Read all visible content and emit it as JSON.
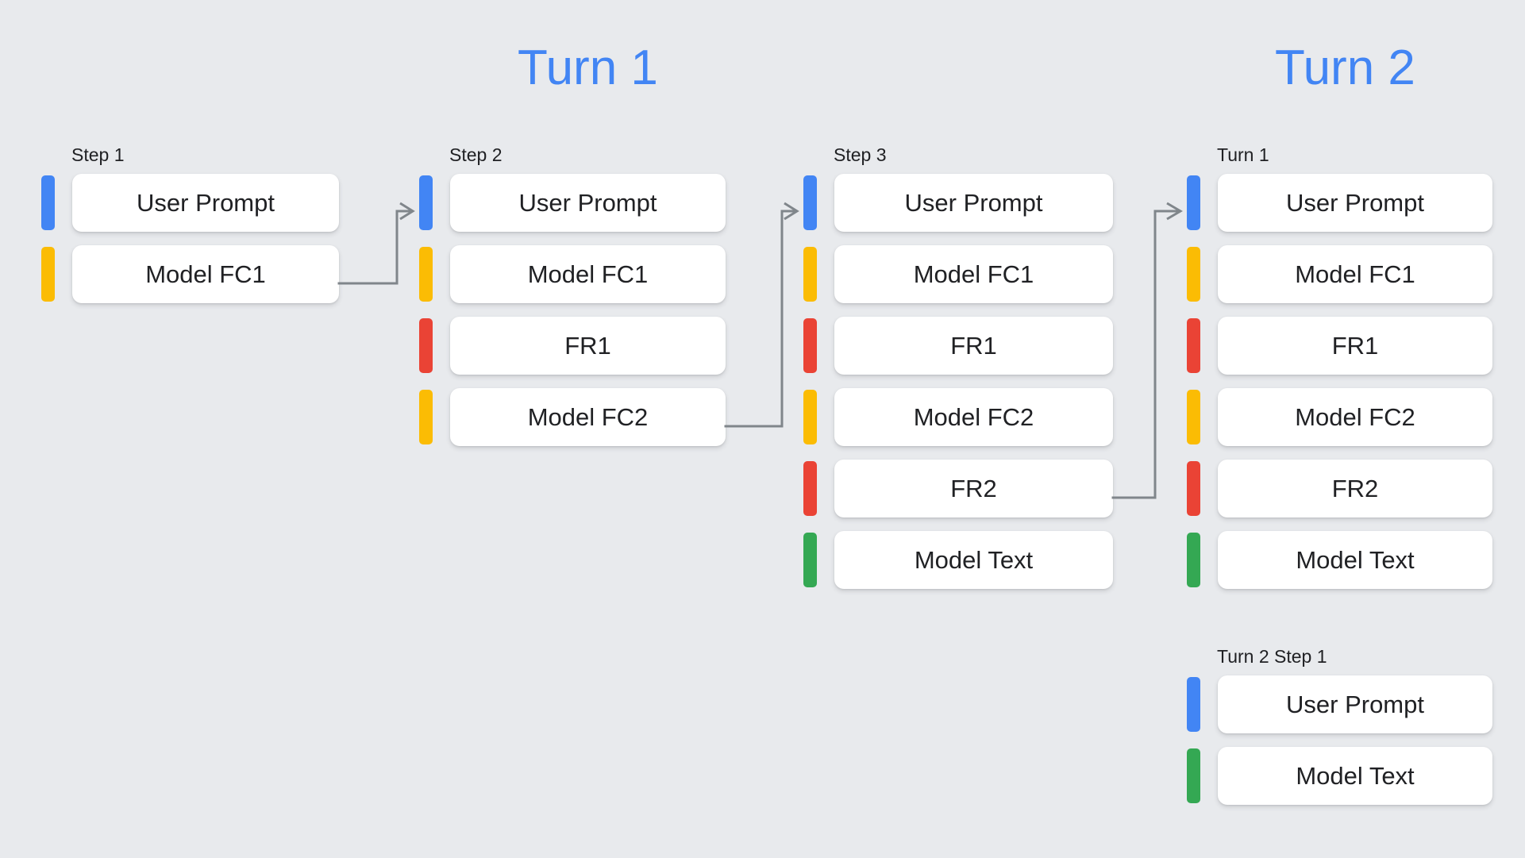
{
  "background_color": "#e8eaed",
  "palette": {
    "blue": "#4285f4",
    "yellow": "#fbbc04",
    "red": "#ea4335",
    "green": "#34a853",
    "connector": "#80868b",
    "card": "#ffffff",
    "text": "#202124"
  },
  "headings": {
    "turn1": "Turn 1",
    "turn2": "Turn 2"
  },
  "columns": [
    {
      "id": "step-1",
      "label": "Step 1",
      "rows": [
        {
          "color": "blue",
          "label": "User Prompt"
        },
        {
          "color": "yellow",
          "label": "Model FC1"
        }
      ]
    },
    {
      "id": "step-2",
      "label": "Step 2",
      "rows": [
        {
          "color": "blue",
          "label": "User Prompt"
        },
        {
          "color": "yellow",
          "label": "Model FC1"
        },
        {
          "color": "red",
          "label": "FR1"
        },
        {
          "color": "yellow",
          "label": "Model FC2"
        }
      ]
    },
    {
      "id": "step-3",
      "label": "Step 3",
      "rows": [
        {
          "color": "blue",
          "label": "User Prompt"
        },
        {
          "color": "yellow",
          "label": "Model FC1"
        },
        {
          "color": "red",
          "label": "FR1"
        },
        {
          "color": "yellow",
          "label": "Model FC2"
        },
        {
          "color": "red",
          "label": "FR2"
        },
        {
          "color": "green",
          "label": "Model Text"
        }
      ]
    },
    {
      "id": "turn2-turn-1",
      "label": "Turn 1",
      "rows": [
        {
          "color": "blue",
          "label": "User Prompt"
        },
        {
          "color": "yellow",
          "label": "Model FC1"
        },
        {
          "color": "red",
          "label": "FR1"
        },
        {
          "color": "yellow",
          "label": "Model FC2"
        },
        {
          "color": "red",
          "label": "FR2"
        },
        {
          "color": "green",
          "label": "Model Text"
        }
      ]
    },
    {
      "id": "turn2-step-1",
      "label": "Turn 2 Step 1",
      "rows": [
        {
          "color": "blue",
          "label": "User Prompt"
        },
        {
          "color": "green",
          "label": "Model Text"
        }
      ]
    }
  ],
  "connectors": [
    {
      "id": "step1-to-step2",
      "from": "Model FC1 (Step 1)",
      "to": "Step 2"
    },
    {
      "id": "step2-to-step3",
      "from": "Model FC2 (Step 2)",
      "to": "Step 3"
    },
    {
      "id": "step3-to-turn2",
      "from": "FR2 (Step 3)",
      "to": "Turn 1 (Turn 2)"
    }
  ]
}
